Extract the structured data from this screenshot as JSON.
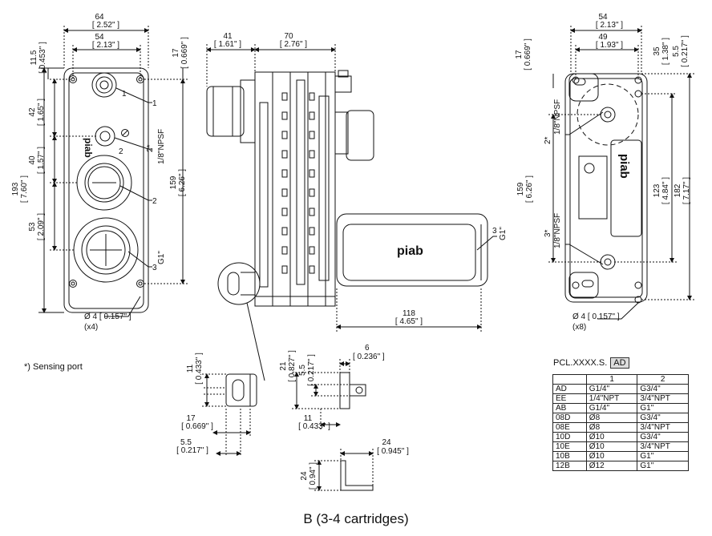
{
  "caption": "B (3-4 cartridges)",
  "sensing_note": "*) Sensing port",
  "brand": "piab",
  "front_view": {
    "dims": [
      "64",
      "[ 2.52\" ]",
      "54",
      "[ 2.13\" ]",
      "11.5",
      "[ 0.453\" ]",
      "17",
      "[ 0.669\" ]",
      "42",
      "[ 1.65\" ]",
      "40",
      "[ 1.57\" ]",
      "53",
      "[ 2.09\" ]",
      "193",
      "[ 7.60\" ]",
      "159",
      "[ 6.26\" ]"
    ],
    "callouts": [
      "1",
      "2*",
      "1/8\"NPSF",
      "2",
      "3",
      "G1\"",
      "1",
      "2"
    ],
    "hole": "Ø 4 [ 0.157\" ]",
    "hole_count": "(x4)"
  },
  "side_view": {
    "dims": [
      "41",
      "[ 1.61\" ]",
      "70",
      "[ 2.76\" ]",
      "118",
      "[ 4.65\" ]"
    ],
    "callouts": [
      "3",
      "G1\""
    ]
  },
  "back_view": {
    "dims": [
      "54",
      "[ 2.13\" ]",
      "49",
      "[ 1.93\" ]",
      "17",
      "[ 0.669\" ]",
      "35",
      "[ 1.38\" ]",
      "5.5",
      "[ 0.217\" ]",
      "159",
      "[ 6.26\" ]",
      "123",
      "[ 4.84\" ]",
      "182",
      "[ 7.17\" ]"
    ],
    "callouts": [
      "2*",
      "1/8\"NPSF",
      "3*",
      "1/8\"NPSF"
    ],
    "hole": "Ø 4 [ 0.157\" ]",
    "hole_count": "(x8)"
  },
  "bracket_front": {
    "dims": [
      "11",
      "[ 0.433\" ]",
      "17",
      "[ 0.669\" ]",
      "5.5",
      "[ 0.217\" ]"
    ]
  },
  "bracket_side": {
    "dims": [
      "21",
      "[ 0.827\" ]",
      "5.5",
      "[ 0.217\" ]",
      "6",
      "[ 0.236\" ]",
      "11",
      "[ 0.433\" ]"
    ]
  },
  "bracket_bottom": {
    "dims": [
      "24",
      "[ 0.945\" ]",
      "24",
      "[ 0.94\" ]"
    ]
  },
  "pcl_table": {
    "title": "PCL.XXXX.S.",
    "title_code": "AD",
    "headers": [
      "",
      "1",
      "2"
    ],
    "rows": [
      [
        "AD",
        "G1/4\"",
        "G3/4\""
      ],
      [
        "EE",
        "1/4\"NPT",
        "3/4\"NPT"
      ],
      [
        "AB",
        "G1/4\"",
        "G1\""
      ],
      [
        "08D",
        "Ø8",
        "G3/4\""
      ],
      [
        "08E",
        "Ø8",
        "3/4\"NPT"
      ],
      [
        "10D",
        "Ø10",
        "G3/4\""
      ],
      [
        "10E",
        "Ø10",
        "3/4\"NPT"
      ],
      [
        "10B",
        "Ø10",
        "G1\""
      ],
      [
        "12B",
        "Ø12",
        "G1\""
      ]
    ]
  }
}
